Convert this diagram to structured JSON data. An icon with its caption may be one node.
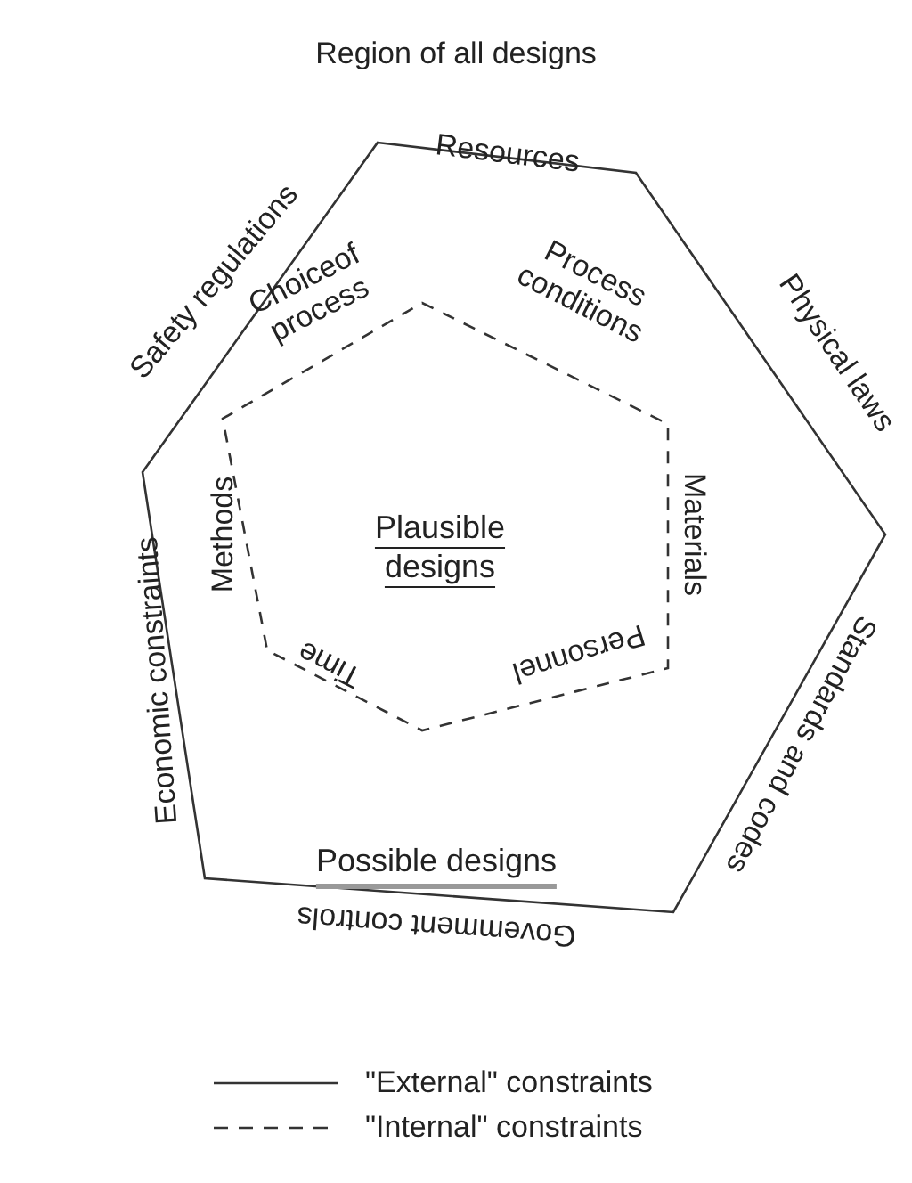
{
  "diagram": {
    "title": "Region of all designs",
    "nodes": [
      {
        "text": [
          "Possible designs"
        ]
      },
      {
        "text": [
          "Plausible designs"
        ],
        "in": 0
      }
    ],
    "edges": [],
    "labels": [
      "Resources",
      "Safety regulations",
      "Physical laws",
      "Choiceof process",
      "Process conditions",
      "Economic constraints",
      "Methods",
      "Materials",
      "Standards and codes",
      "Time",
      "Personnel",
      "Govemment controls"
    ],
    "legend": [
      {
        "text": "\"External\" constraints"
      },
      {
        "text": "\"Internal\" constraints"
      }
    ]
  }
}
